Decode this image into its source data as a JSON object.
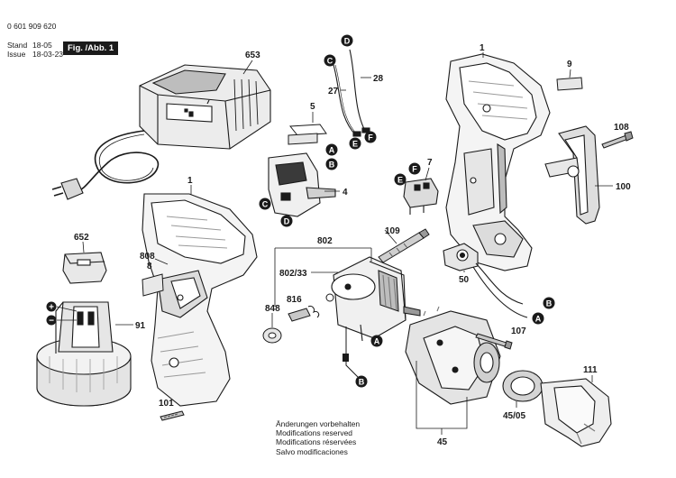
{
  "header": {
    "doc_number": "0 601 909 620",
    "stand_label": "Stand",
    "stand_value": "18-05",
    "issue_label": "Issue",
    "issue_value": "18-03-23",
    "figure_label": "Fig. /Abb. 1"
  },
  "parts": {
    "p653": "653",
    "p1a": "1",
    "p1b": "1",
    "p9": "9",
    "p108": "108",
    "p100": "100",
    "p5": "5",
    "p4": "4",
    "p27": "27",
    "p28": "28",
    "p7": "7",
    "p652": "652",
    "p808": "808",
    "p8": "8",
    "p802": "802",
    "p802_33": "802/33",
    "p816": "816",
    "p848": "848",
    "p109": "109",
    "p50": "50",
    "p91": "91",
    "p107": "107",
    "p111": "111",
    "p45_05": "45/05",
    "p45": "45",
    "p101": "101"
  },
  "connectors": {
    "A": "A",
    "B": "B",
    "C": "C",
    "D": "D",
    "E": "E",
    "F": "F"
  },
  "battery_terminals": {
    "plus": "+",
    "minus": "−"
  },
  "notes": {
    "line1": "Änderungen vorbehalten",
    "line2": "Modifications reserved",
    "line3": "Modifications réservées",
    "line4": "Salvo modificaciones"
  },
  "colors": {
    "ink": "#1a1a1a",
    "shade": "#9a9a9a",
    "light": "#d8d8d8",
    "paper": "#ffffff"
  }
}
